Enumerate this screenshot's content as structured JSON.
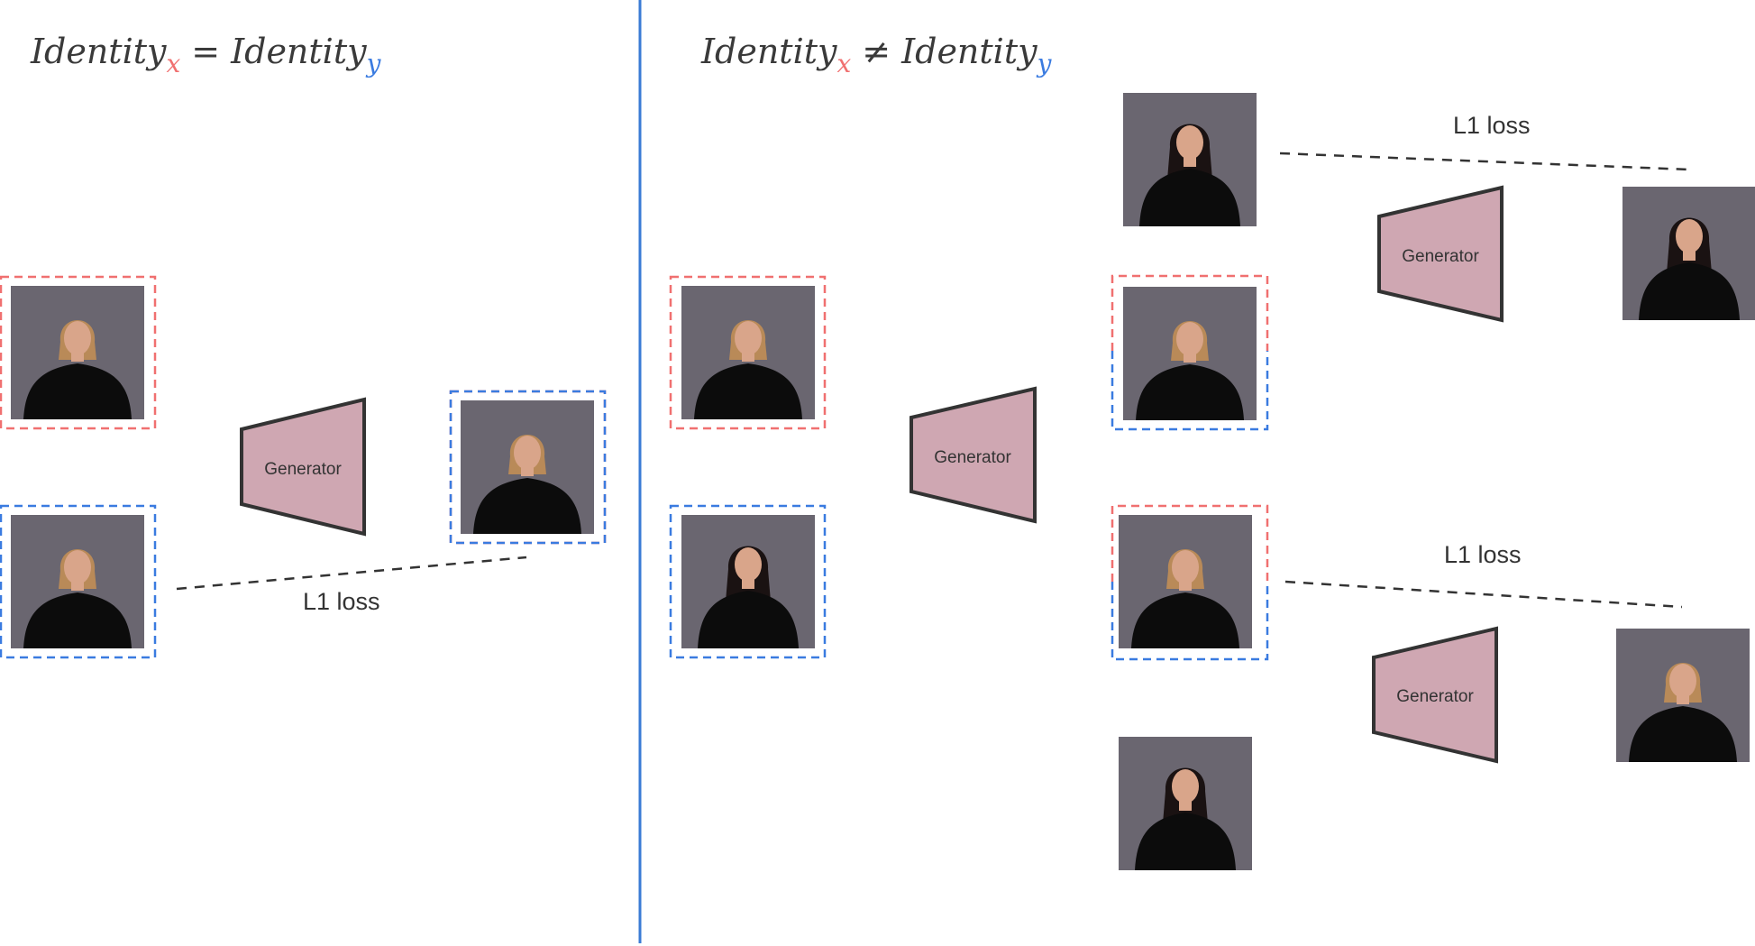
{
  "colors": {
    "identity_x": "#f07070",
    "identity_y": "#3a7be0",
    "divider": "#3a7bd5",
    "generator_fill": "#cfa7b2",
    "generator_stroke": "#333333",
    "photo_bg": "#6a6670",
    "body": "#0c0c0c",
    "skin": "#d9a58a",
    "hair_light": "#b98a58",
    "hair_dark": "#1a1212"
  },
  "left_panel": {
    "heading": {
      "base": "Identity",
      "sub_x": "x",
      "operator": "=",
      "base2": "Identity",
      "sub_y": "y"
    },
    "generator_label": "Generator",
    "loss_label": "L1 loss"
  },
  "right_panel": {
    "heading": {
      "base": "Identity",
      "sub_x": "x",
      "operator": "≠",
      "base2": "Identity",
      "sub_y": "y"
    },
    "generator_main_label": "Generator",
    "generator_top_label": "Generator",
    "generator_bottom_label": "Generator",
    "loss_top_label": "L1 loss",
    "loss_bottom_label": "L1 loss"
  }
}
